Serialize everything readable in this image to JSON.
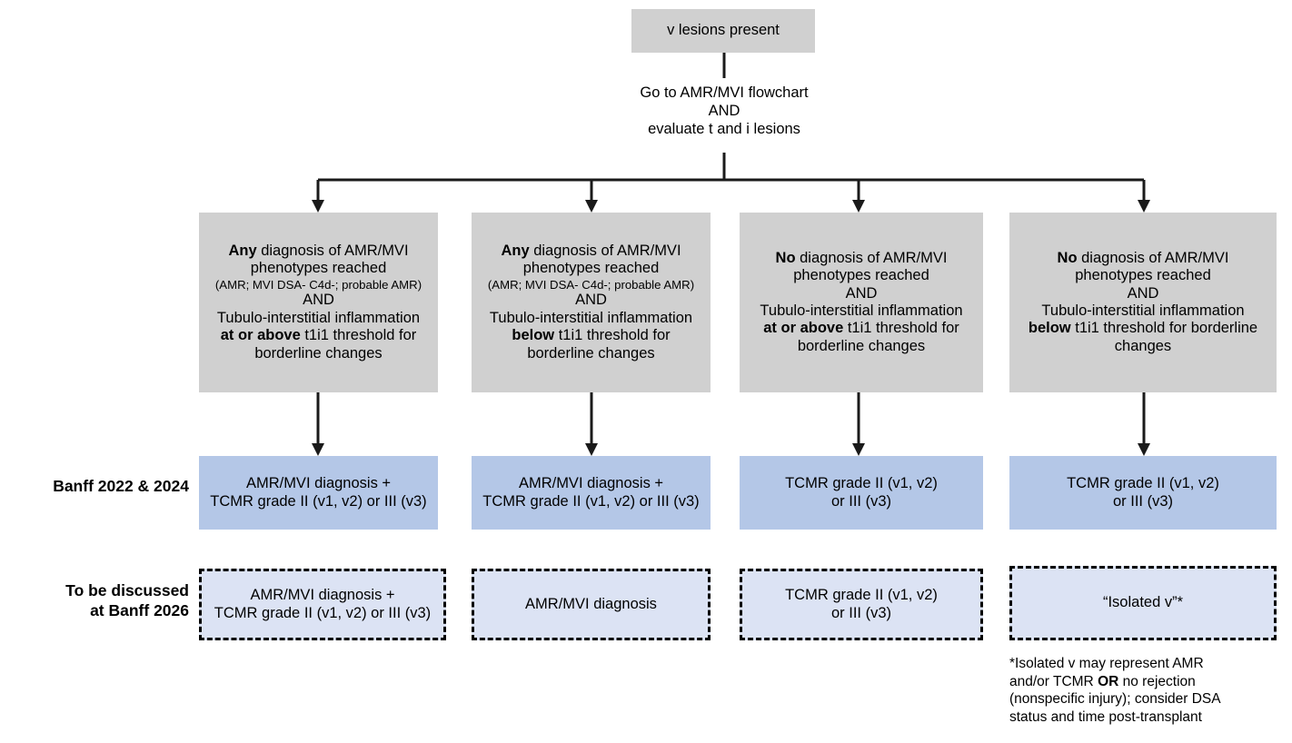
{
  "diagram": {
    "title_node": "v lesions present",
    "instruction": {
      "line1": "Go to AMR/MVI flowchart",
      "line2": "AND",
      "line3": "evaluate t and i lesions"
    },
    "row_labels": {
      "banff_current": "Banff 2022 & 2024",
      "banff_future_line1": "To be discussed",
      "banff_future_line2": "at Banff 2026"
    },
    "criteria_boxes": [
      {
        "l1_bold": "Any",
        "l1_rest": " diagnosis of AMR/MVI",
        "l2": "phenotypes reached",
        "l3_small": "(AMR; MVI DSA- C4d-; probable AMR)",
        "l4": "AND",
        "l5": "Tubulo-interstitial inflammation",
        "l6_bold": "at or above",
        "l6_rest": " t1i1 threshold for",
        "l7": "borderline changes"
      },
      {
        "l1_bold": "Any",
        "l1_rest": " diagnosis of AMR/MVI",
        "l2": "phenotypes reached",
        "l3_small": "(AMR; MVI DSA- C4d-; probable AMR)",
        "l4": "AND",
        "l5": "Tubulo-interstitial inflammation",
        "l6_bold": "below",
        "l6_rest": " t1i1 threshold for",
        "l7": "borderline changes"
      },
      {
        "l1_bold": "No",
        "l1_rest": " diagnosis of AMR/MVI",
        "l2": "phenotypes reached",
        "l3_small": "",
        "l4": "AND",
        "l5": "Tubulo-interstitial inflammation",
        "l6_bold": "at or above",
        "l6_rest": " t1i1 threshold for",
        "l7": "borderline changes"
      },
      {
        "l1_bold": "No",
        "l1_rest": " diagnosis of AMR/MVI",
        "l2": "phenotypes reached",
        "l3_small": "",
        "l4": "AND",
        "l5": "Tubulo-interstitial inflammation",
        "l6_bold": "below",
        "l6_rest": " t1i1 threshold for borderline",
        "l7": "changes"
      }
    ],
    "banff_current_boxes": [
      {
        "l1": "AMR/MVI diagnosis +",
        "l2": "TCMR grade II (v1, v2) or III (v3)"
      },
      {
        "l1": "AMR/MVI diagnosis +",
        "l2": "TCMR grade II (v1, v2) or III (v3)"
      },
      {
        "l1": "TCMR grade II (v1, v2)",
        "l2": "or III (v3)"
      },
      {
        "l1": "TCMR grade II (v1, v2)",
        "l2": "or III (v3)"
      }
    ],
    "banff_future_boxes": [
      {
        "l1": "AMR/MVI diagnosis +",
        "l2": "TCMR grade II (v1, v2) or III (v3)"
      },
      {
        "l1": "AMR/MVI diagnosis",
        "l2": ""
      },
      {
        "l1": "TCMR grade II (v1, v2)",
        "l2": "or III (v3)"
      },
      {
        "l1": "“Isolated v”*",
        "l2": ""
      }
    ],
    "footnote": {
      "line1": "*Isolated v may represent AMR",
      "line2_pre": "and/or TCMR ",
      "line2_bold": "OR",
      "line2_post": " no rejection",
      "line3": "(nonspecific injury); consider DSA",
      "line4": "status and time post-transplant"
    },
    "colors": {
      "gray_fill": "#d0d0d0",
      "blue_fill": "#b4c7e7",
      "light_blue_fill": "#dce3f4",
      "line": "#1a1a1a",
      "text": "#000000",
      "background": "#ffffff"
    }
  }
}
